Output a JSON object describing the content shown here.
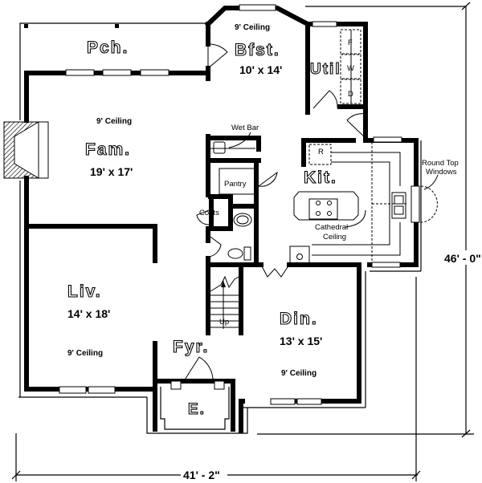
{
  "plan": {
    "overall_width": "41' - 2\"",
    "overall_depth": "46' - 0\""
  },
  "rooms": {
    "porch": {
      "label": "Pch."
    },
    "breakfast": {
      "label": "Bfst.",
      "size": "10' x 14'",
      "ceiling": "9' Ceiling"
    },
    "utility": {
      "label": "Util",
      "appliances": [
        "F",
        "W",
        "D"
      ]
    },
    "family": {
      "label": "Fam.",
      "size": "19' x 17'",
      "ceiling": "9' Ceiling"
    },
    "kitchen": {
      "label": "Kit.",
      "refrigerator": "R"
    },
    "living": {
      "label": "Liv.",
      "size": "14' x 18'",
      "ceiling": "9' Ceiling"
    },
    "dining": {
      "label": "Din.",
      "size": "13' x 15'",
      "ceiling": "9' Ceiling"
    },
    "foyer": {
      "label": "Fyr."
    },
    "entry": {
      "label": "E."
    },
    "pantry": {
      "label": "Pantry"
    },
    "coats": {
      "label": "Coats"
    },
    "stairs": {
      "label": "Up"
    }
  },
  "annotations": {
    "wet_bar": "Wet Bar",
    "cathedral_1": "Cathedral",
    "cathedral_2": "Ceiling",
    "round_top_1": "Round Top",
    "round_top_2": "Windows"
  }
}
